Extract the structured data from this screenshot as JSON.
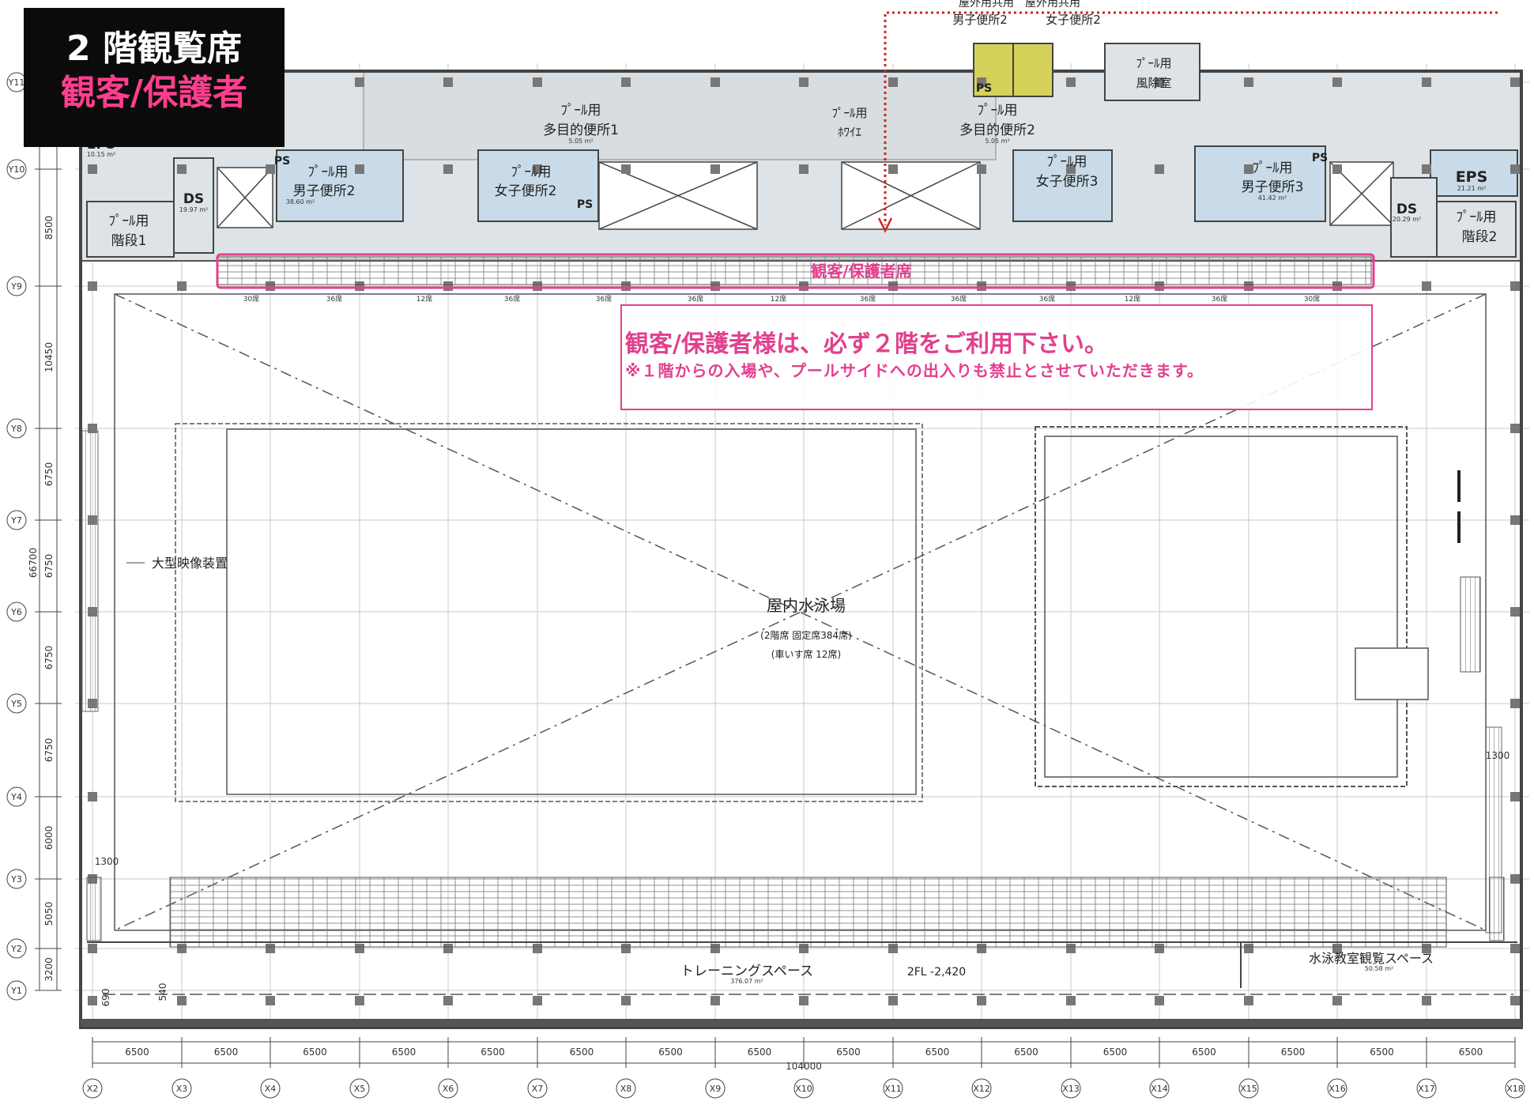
{
  "title": {
    "line1": "2 階観覧席",
    "line2": "観客/保護者"
  },
  "notice": {
    "main": "観客/保護者様は、必ず２階をご利用下さい。",
    "sub": "※１階からの入場や、プールサイドへの出入りも禁止とさせていただきます。"
  },
  "seating_label": "観客/保護者席",
  "top_labels": {
    "men_outdoor": "男子便所2",
    "women_outdoor": "女子便所2",
    "outdoor": "屋外用共用　屋外用共用"
  },
  "rooms": {
    "pool_foyer_line1": "ﾌﾟｰﾙ用",
    "pool_foyer_line2": "ﾎﾜｲｴ",
    "windroom_line1": "ﾌﾟｰﾙ用",
    "windroom_line2": "風除室",
    "mp1_line1": "ﾌﾟｰﾙ用",
    "mp1_line2": "多目的便所1",
    "mp1_area": "5.05 m²",
    "mp2_line1": "ﾌﾟｰﾙ用",
    "mp2_line2": "多目的便所2",
    "mp2_area": "5.05 m²",
    "men2_line1": "ﾌﾟｰﾙ用",
    "men2_line2": "男子便所2",
    "men2_area": "38.60 m²",
    "women2_line1": "ﾌﾟｰﾙ用",
    "women2_line2": "女子便所2",
    "women3_line1": "ﾌﾟｰﾙ用",
    "women3_line2": "女子便所3",
    "men3_line1": "ﾌﾟｰﾙ用",
    "men3_line2": "男子便所3",
    "men3_area": "41.42 m²",
    "stair1_line1": "ﾌﾟｰﾙ用",
    "stair1_line2": "階段1",
    "stair2_line1": "ﾌﾟｰﾙ用",
    "stair2_line2": "階段2",
    "ds_left": "DS",
    "ds_left_area": "19.97 m²",
    "ds_right": "DS",
    "ds_right_area": "20.29 m²",
    "eps_left": "EPS",
    "eps_left_area": "10.15 m²",
    "eps_right": "EPS",
    "eps_right_area": "21.21 m²",
    "ps": "PS"
  },
  "pool": {
    "name": "屋内水泳場",
    "seats": "(2階席 固定席384席)",
    "wheelchair": "(車いす席 12席)"
  },
  "video": "大型映像装置",
  "training": {
    "name": "トレーニングスペース",
    "area": "376.07 m²"
  },
  "floor_level": "2FL -2,420",
  "viewing": {
    "name": "水泳教室観覧スペース",
    "area": "50.58 m²"
  },
  "seat_counts": [
    "30席",
    "36席",
    "12席",
    "36席",
    "36席",
    "36席",
    "12席",
    "36席",
    "36席",
    "36席",
    "12席",
    "36席",
    "30席"
  ],
  "dim_x_spans": [
    "6500",
    "6500",
    "6500",
    "6500",
    "6500",
    "6500",
    "6500",
    "6500",
    "6500",
    "6500",
    "6500",
    "6500",
    "6500",
    "6500",
    "6500",
    "6500"
  ],
  "dim_x_total": "104000",
  "dim_y_spans": [
    "8500",
    "10450",
    "6750",
    "6750",
    "6750",
    "6750",
    "6000",
    "5050",
    "3200"
  ],
  "dim_y_total": "66700",
  "dim_misc": {
    "d1300_left": "1300",
    "d1300_right": "1300",
    "d690": "690",
    "d540": "540"
  },
  "x_axes": [
    "X2",
    "X3",
    "X4",
    "X5",
    "X6",
    "X7",
    "X8",
    "X9",
    "X10",
    "X11",
    "X12",
    "X13",
    "X14",
    "X15",
    "X16",
    "X17",
    "X18"
  ],
  "y_axes": [
    "Y11",
    "Y10",
    "Y9",
    "Y8",
    "Y7",
    "Y6",
    "Y5",
    "Y4",
    "Y3",
    "Y2",
    "Y1"
  ],
  "colors": {
    "accent": "#e2408e",
    "title_bg": "#0b0b0b",
    "title_pink": "#ff3f8e",
    "toilet_blue": "#c9dbe8",
    "toilet_yellow": "#d4d25a",
    "arrow_red": "#d22222"
  }
}
